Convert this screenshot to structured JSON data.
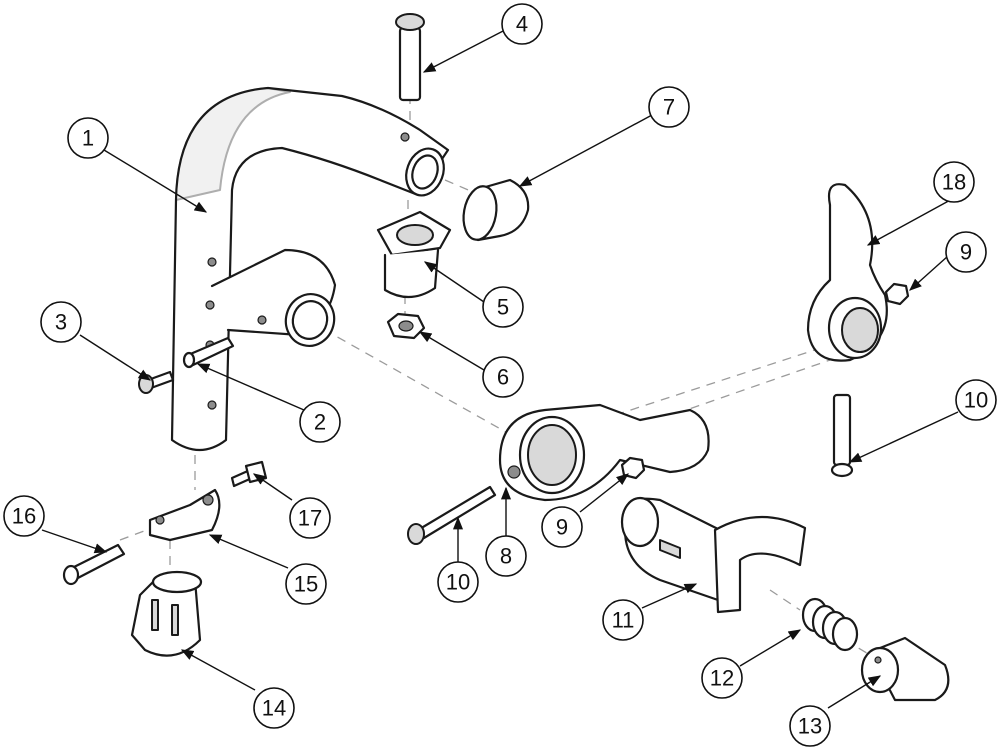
{
  "diagram": {
    "type": "exploded-parts-view",
    "callouts": [
      {
        "id": "c1",
        "label": "1"
      },
      {
        "id": "c2",
        "label": "2"
      },
      {
        "id": "c3",
        "label": "3"
      },
      {
        "id": "c4",
        "label": "4"
      },
      {
        "id": "c5",
        "label": "5"
      },
      {
        "id": "c6",
        "label": "6"
      },
      {
        "id": "c7",
        "label": "7"
      },
      {
        "id": "c8",
        "label": "8"
      },
      {
        "id": "c9a",
        "label": "9"
      },
      {
        "id": "c9b",
        "label": "9"
      },
      {
        "id": "c10a",
        "label": "10"
      },
      {
        "id": "c10b",
        "label": "10"
      },
      {
        "id": "c11",
        "label": "11"
      },
      {
        "id": "c12",
        "label": "12"
      },
      {
        "id": "c13",
        "label": "13"
      },
      {
        "id": "c14",
        "label": "14"
      },
      {
        "id": "c15",
        "label": "15"
      },
      {
        "id": "c16",
        "label": "16"
      },
      {
        "id": "c17",
        "label": "17"
      },
      {
        "id": "c18",
        "label": "18"
      }
    ]
  }
}
